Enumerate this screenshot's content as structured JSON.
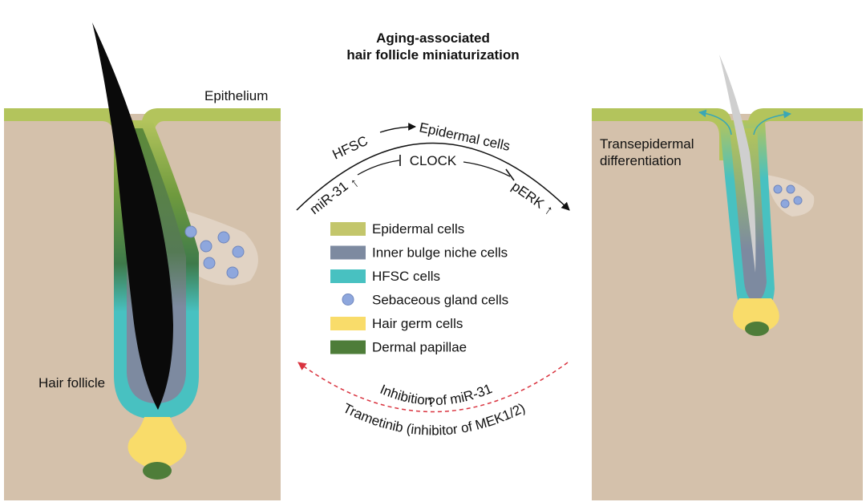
{
  "title": {
    "line1": "Aging-associated",
    "line2": "hair follicle miniaturization"
  },
  "labels": {
    "epithelium": "Epithelium",
    "hair_follicle": "Hair follicle",
    "transepidermal_line1": "Transepidermal",
    "transepidermal_line2": "differentiation"
  },
  "pathway": {
    "hfsc": "HFSC",
    "epidermal_cells": "Epidermal cells",
    "mir31": "miR-31",
    "clock": "CLOCK",
    "perk": "pERK",
    "question": "?",
    "inhibition": "Inhibition of miR-31",
    "trametinib": "Trametinib (inhibitor of MEK1/2)"
  },
  "legend": [
    {
      "label": "Epidermal cells",
      "color": "#c3c66b",
      "shape": "bar"
    },
    {
      "label": "Inner bulge niche cells",
      "color": "#7d8aa0",
      "shape": "bar"
    },
    {
      "label": "HFSC cells",
      "color": "#48c1c1",
      "shape": "bar"
    },
    {
      "label": "Sebaceous gland cells",
      "color": "#8ea7dd",
      "shape": "dot"
    },
    {
      "label": "Hair germ cells",
      "color": "#f9dc6a",
      "shape": "bar"
    },
    {
      "label": "Dermal papillae",
      "color": "#4e7d39",
      "shape": "bar"
    }
  ],
  "colors": {
    "dermis": "#d4c1ab",
    "epithelium": "#b3c45c",
    "hfsc": "#48c1c1",
    "niche": "#7d8aa0",
    "hair_germ": "#f9dc6a",
    "dermal_papilla": "#4e7d39",
    "hair_shaft": "#0a0a0a",
    "thin_hair": "#cfcfcf",
    "sebaceous_gland": "#e3d6c8",
    "sebaceous_cell": "#8ea7dd",
    "reversal_arrow": "#d9333f",
    "differentiation_arrow": "#3aa7b5"
  }
}
